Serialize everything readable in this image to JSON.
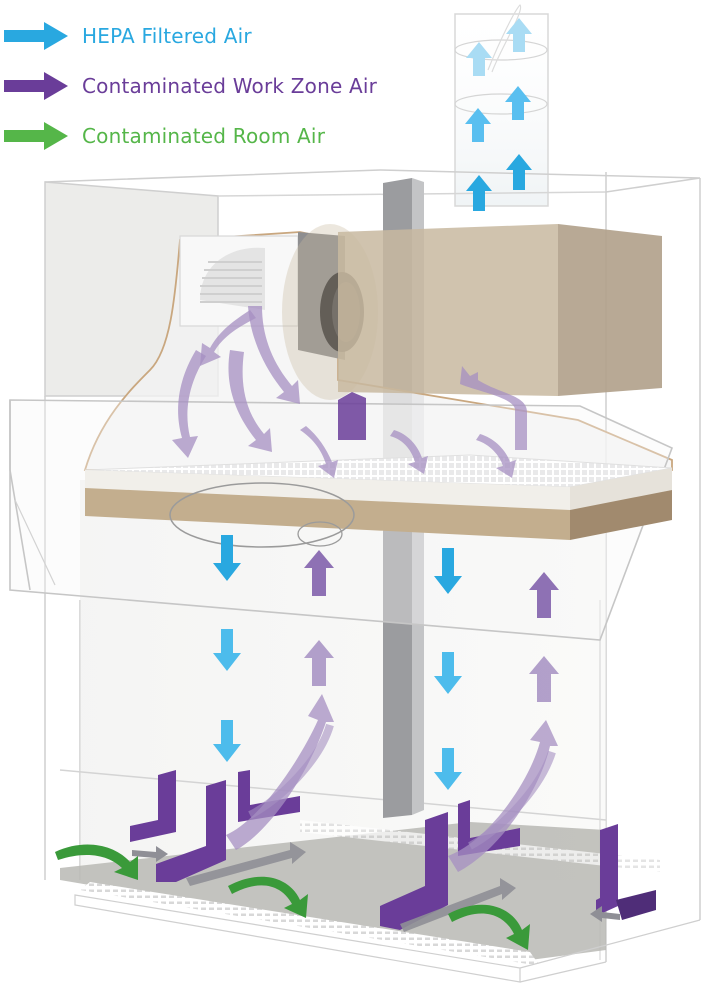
{
  "legend": {
    "items": [
      {
        "label": "HEPA Filtered Air",
        "color": "#29a8e0",
        "icon": "arrow-right-icon"
      },
      {
        "label": "Contaminated Work Zone Air",
        "color": "#6a3d99",
        "icon": "arrow-right-icon"
      },
      {
        "label": "Contaminated Room Air",
        "color": "#55b649",
        "icon": "arrow-right-icon"
      }
    ]
  },
  "colors": {
    "filtered": "#29a8e0",
    "filtered_light": "#6fcbf0",
    "contaminated": "#6a3d99",
    "contaminated_light": "#a58fc2",
    "room": "#55b649",
    "motor_box": "#c8b9a0",
    "filter_frame": "#bba88c",
    "cabinet_line": "#c8c8c8",
    "work_surface": "#b9b9b4"
  }
}
